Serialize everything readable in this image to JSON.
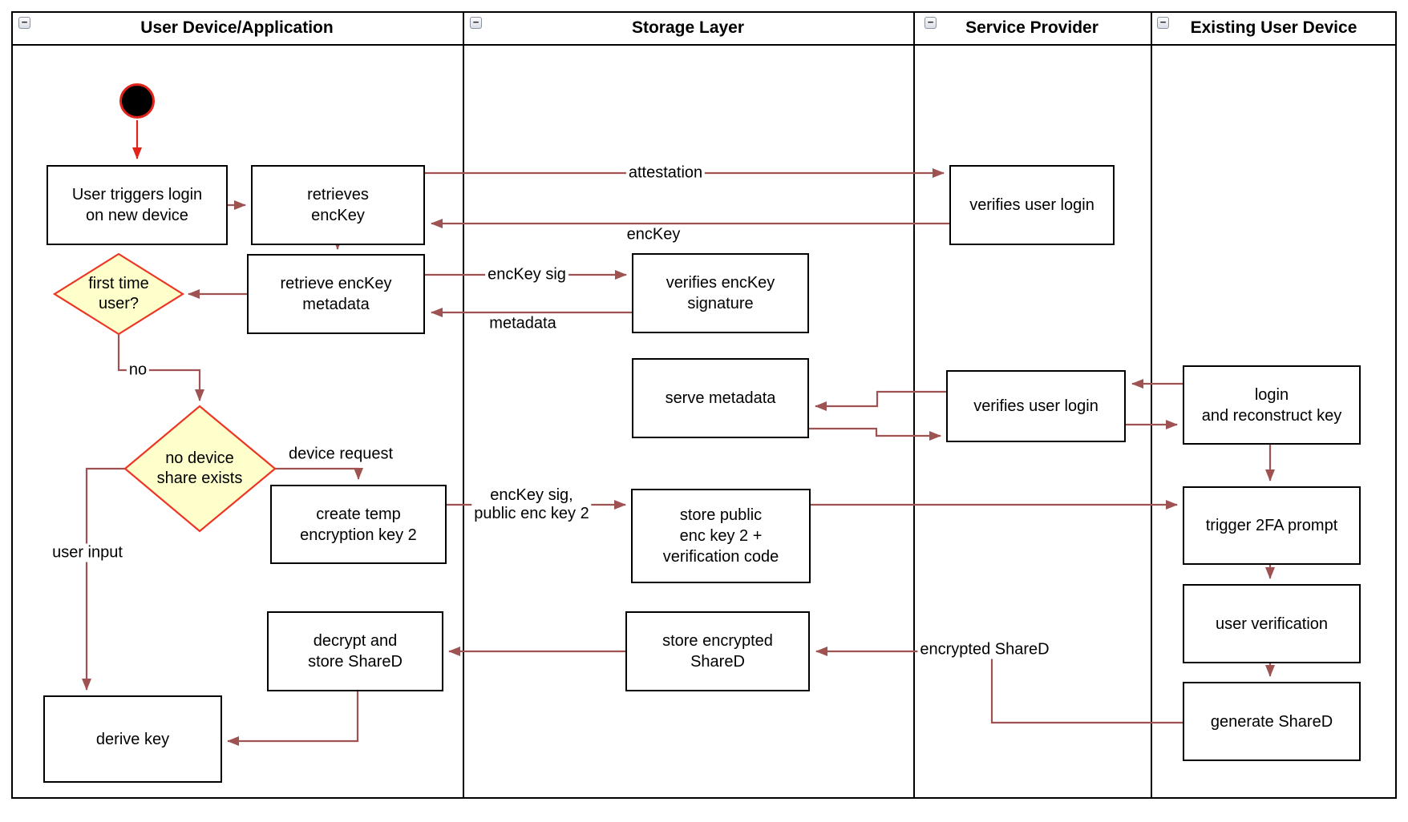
{
  "diagram": {
    "lanes": [
      {
        "title": "User Device/Application"
      },
      {
        "title": "Storage Layer"
      },
      {
        "title": "Service Provider"
      },
      {
        "title": "Existing User Device"
      }
    ],
    "collapse_glyph": "−",
    "nodes": {
      "user_triggers_login": "User triggers login\non new device",
      "retrieves_enckey": "retrieves\nencKey",
      "retrieve_enckey_metadata": "retrieve encKey\nmetadata",
      "first_time_user": "first time\nuser?",
      "no_device_share_exists": "no device\nshare exists",
      "create_temp_key2": "create temp\nencryption key 2",
      "decrypt_store_shared": "decrypt and\nstore ShareD",
      "derive_key": "derive key",
      "verifies_enckey_signature": "verifies encKey\nsignature",
      "serve_metadata": "serve metadata",
      "store_public_key2": "store public\nenc key 2 +\nverification code",
      "store_encrypted_shared": "store encrypted\nShareD",
      "verifies_user_login_top": "verifies user login",
      "verifies_user_login_mid": "verifies user login",
      "login_and_reconstruct": "login\nand reconstruct key",
      "trigger_2fa_prompt": "trigger 2FA prompt",
      "user_verification": "user verification",
      "generate_shared": "generate ShareD"
    },
    "edge_labels": {
      "attestation": "attestation",
      "enckey": "encKey",
      "enckey_sig": "encKey sig",
      "metadata": "metadata",
      "no": "no",
      "device_request": "device request",
      "enckey_sig_public": "encKey sig,\npublic enc key 2",
      "user_input": "user input",
      "encrypted_shared": "encrypted ShareD"
    },
    "colors": {
      "arrow": "#9e5252",
      "start_arrow": "#e0241c",
      "decision_fill": "#ffffcc",
      "decision_stroke": "#ee3524",
      "border": "#000000"
    }
  }
}
